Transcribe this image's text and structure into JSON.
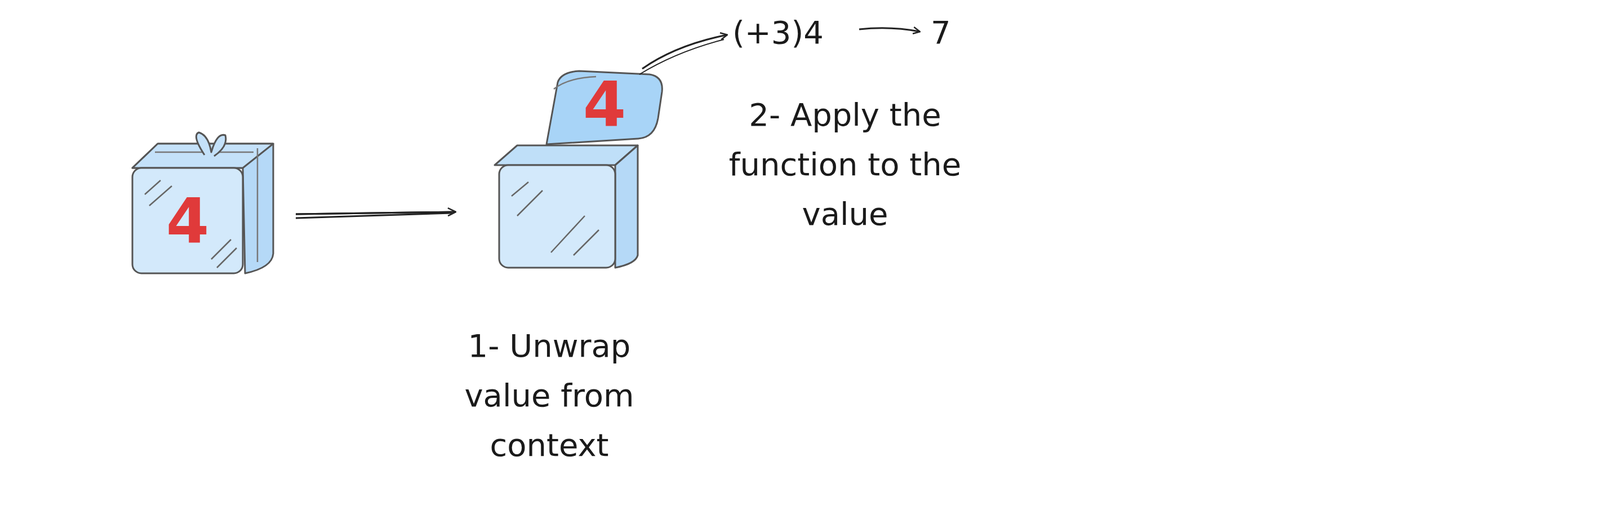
{
  "diagram": {
    "nodes": [
      {
        "text": [
          "4"
        ]
      },
      {
        "text": [
          "4"
        ]
      }
    ],
    "edges": [
      {
        "from": 0,
        "to": 1,
        "arrow": "to"
      }
    ],
    "labels": [
      "(+3)4",
      "7",
      "1- Unwrap value from context",
      "2- Apply the function to the value"
    ]
  }
}
